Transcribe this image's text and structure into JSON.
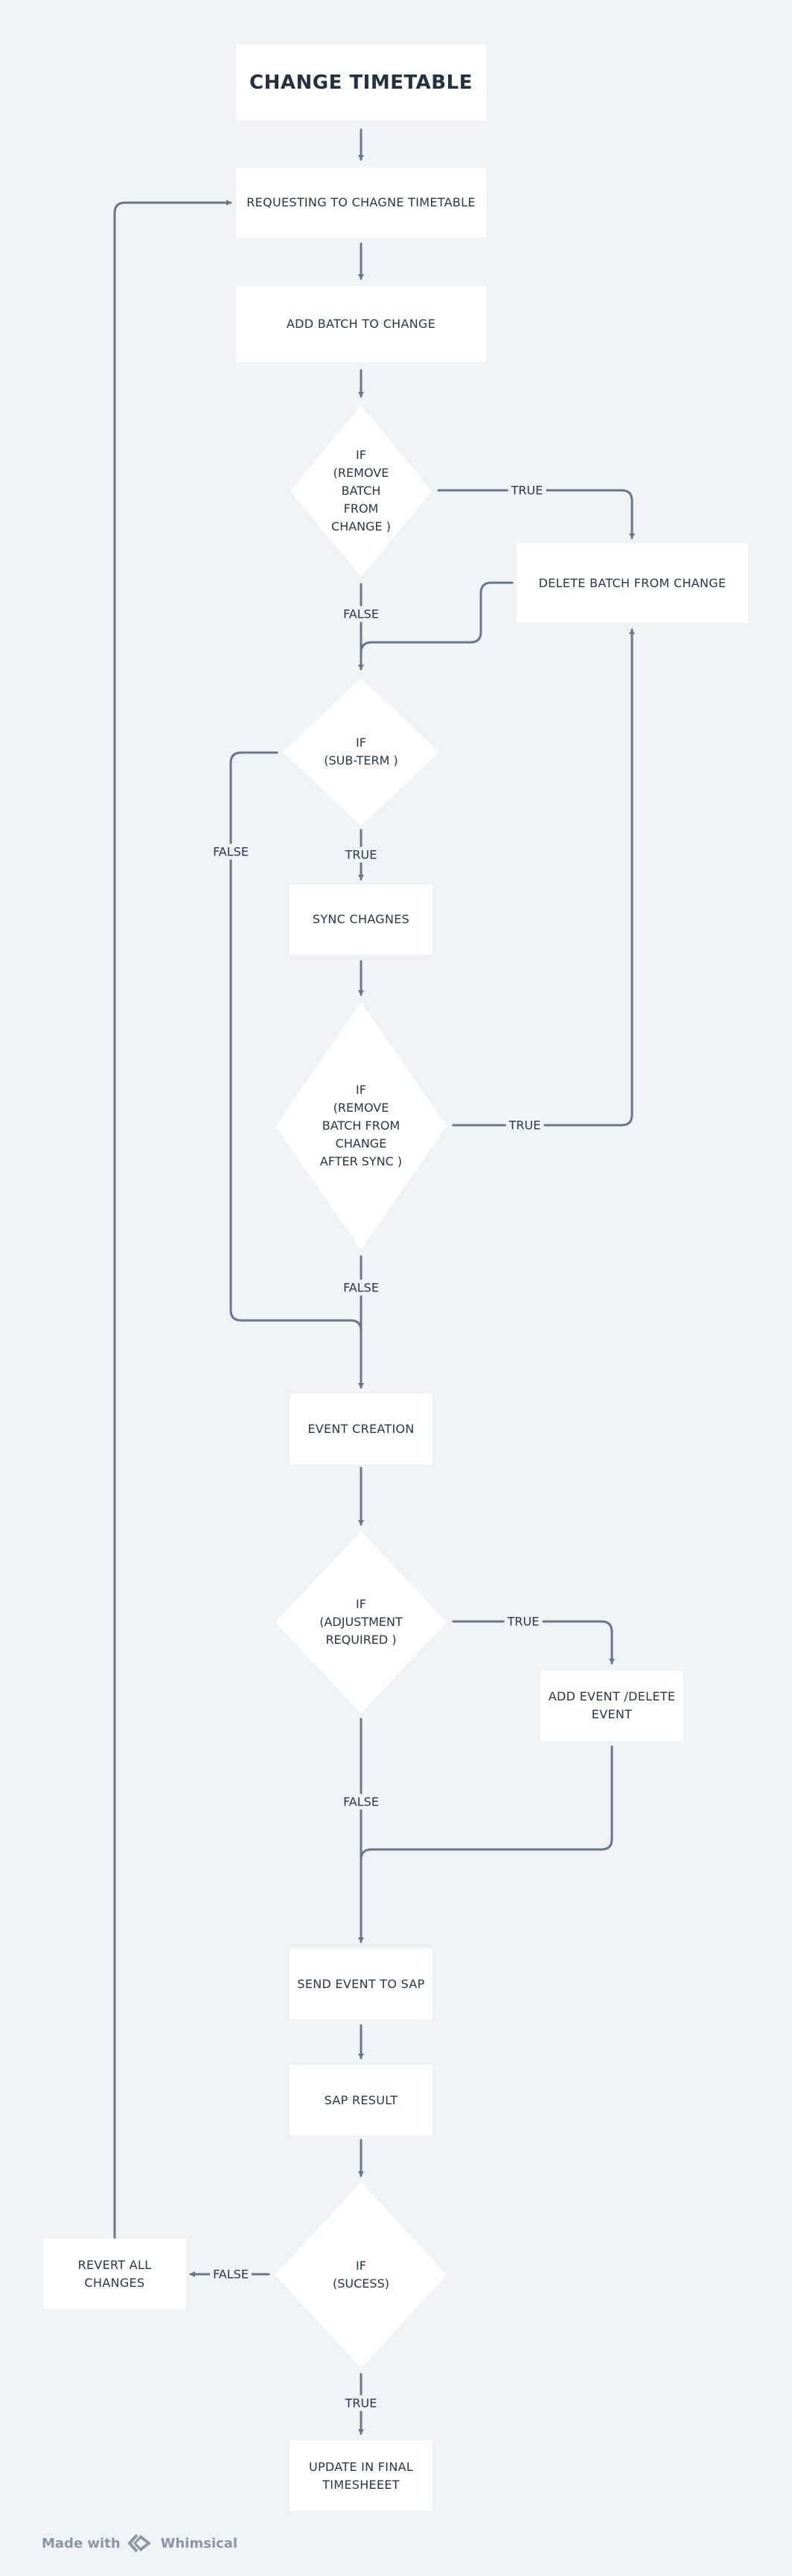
{
  "nodes": {
    "title": "CHANGE TIMETABLE",
    "requesting": "REQUESTING  TO CHAGNE TIMETABLE",
    "add_batch": "ADD  BATCH  TO CHANGE",
    "if_remove": "IF\n(REMOVE\nBATCH\nFROM\nCHANGE )",
    "delete_batch": "DELETE BATCH  FROM CHANGE",
    "if_subterm": "IF\n(SUB-TERM )",
    "sync": "SYNC   CHAGNES",
    "if_remove_after": "IF\n(REMOVE\nBATCH FROM\nCHANGE\nAFTER SYNC )",
    "event_creation": "EVENT  CREATION",
    "if_adjust": "IF\n(ADJUSTMENT\nREQUIRED )",
    "add_event": "ADD  EVENT /DELETE\nEVENT",
    "send_event": "SEND EVENT TO SAP",
    "sap_result": "SAP RESULT",
    "if_success": "IF\n(SUCESS)",
    "revert": "REVERT  ALL\nCHANGES",
    "update_final": "UPDATE IN FINAL\nTIMESHEEET"
  },
  "labels": {
    "true_1": "TRUE",
    "false_1": "FALSE",
    "false_2": "FALSE",
    "true_2": "TRUE",
    "true_3": "TRUE",
    "false_3": "FALSE",
    "true_4": "TRUE",
    "false_4": "FALSE",
    "false_5": "FALSE",
    "true_5": "TRUE"
  },
  "footer": {
    "made_with": "Made with",
    "brand": "Whimsical",
    "logo_icon": "whimsical-logo-icon"
  },
  "colors": {
    "background": "#f0f3f6",
    "node_fill": "#ffffff",
    "connector": "#6b7786",
    "text": "#2b3544"
  }
}
